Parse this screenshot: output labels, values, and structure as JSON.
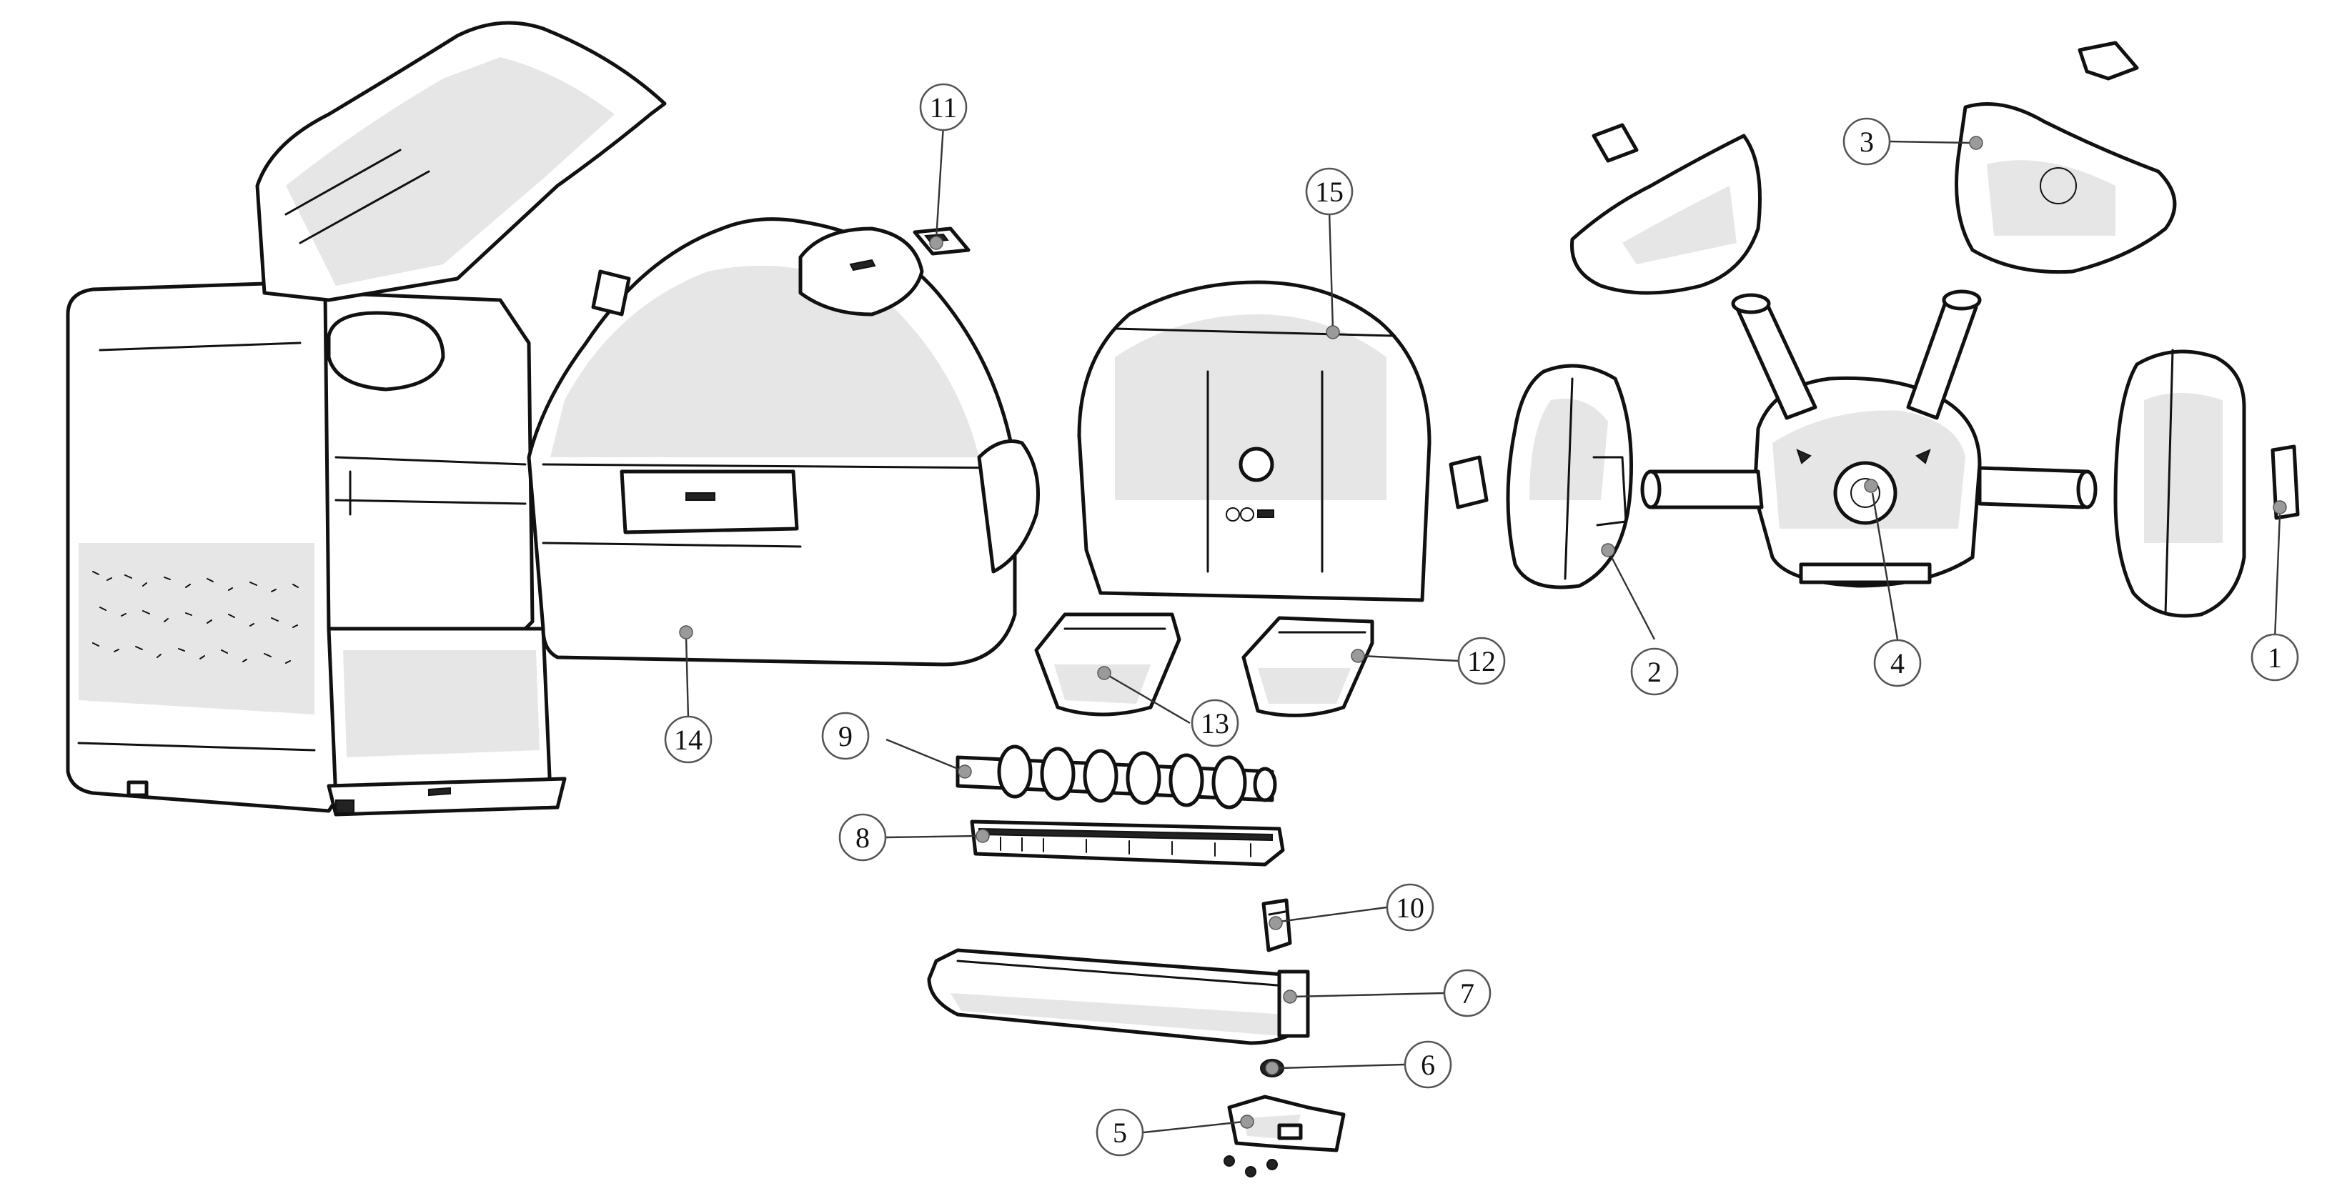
{
  "callouts": [
    {
      "id": "c1",
      "label": "1"
    },
    {
      "id": "c2",
      "label": "2"
    },
    {
      "id": "c3",
      "label": "3"
    },
    {
      "id": "c4",
      "label": "4"
    },
    {
      "id": "c5",
      "label": "5"
    },
    {
      "id": "c6",
      "label": "6"
    },
    {
      "id": "c7",
      "label": "7"
    },
    {
      "id": "c8",
      "label": "8"
    },
    {
      "id": "c9",
      "label": "9"
    },
    {
      "id": "c10",
      "label": "10"
    },
    {
      "id": "c11",
      "label": "11"
    },
    {
      "id": "c12",
      "label": "12"
    },
    {
      "id": "c13",
      "label": "13"
    },
    {
      "id": "c14",
      "label": "14"
    },
    {
      "id": "c15",
      "label": "15"
    }
  ],
  "colors": {
    "outline": "#111111",
    "shade": "#e6e6e6",
    "callout_border": "#555555",
    "dot": "#9a9a9a"
  }
}
